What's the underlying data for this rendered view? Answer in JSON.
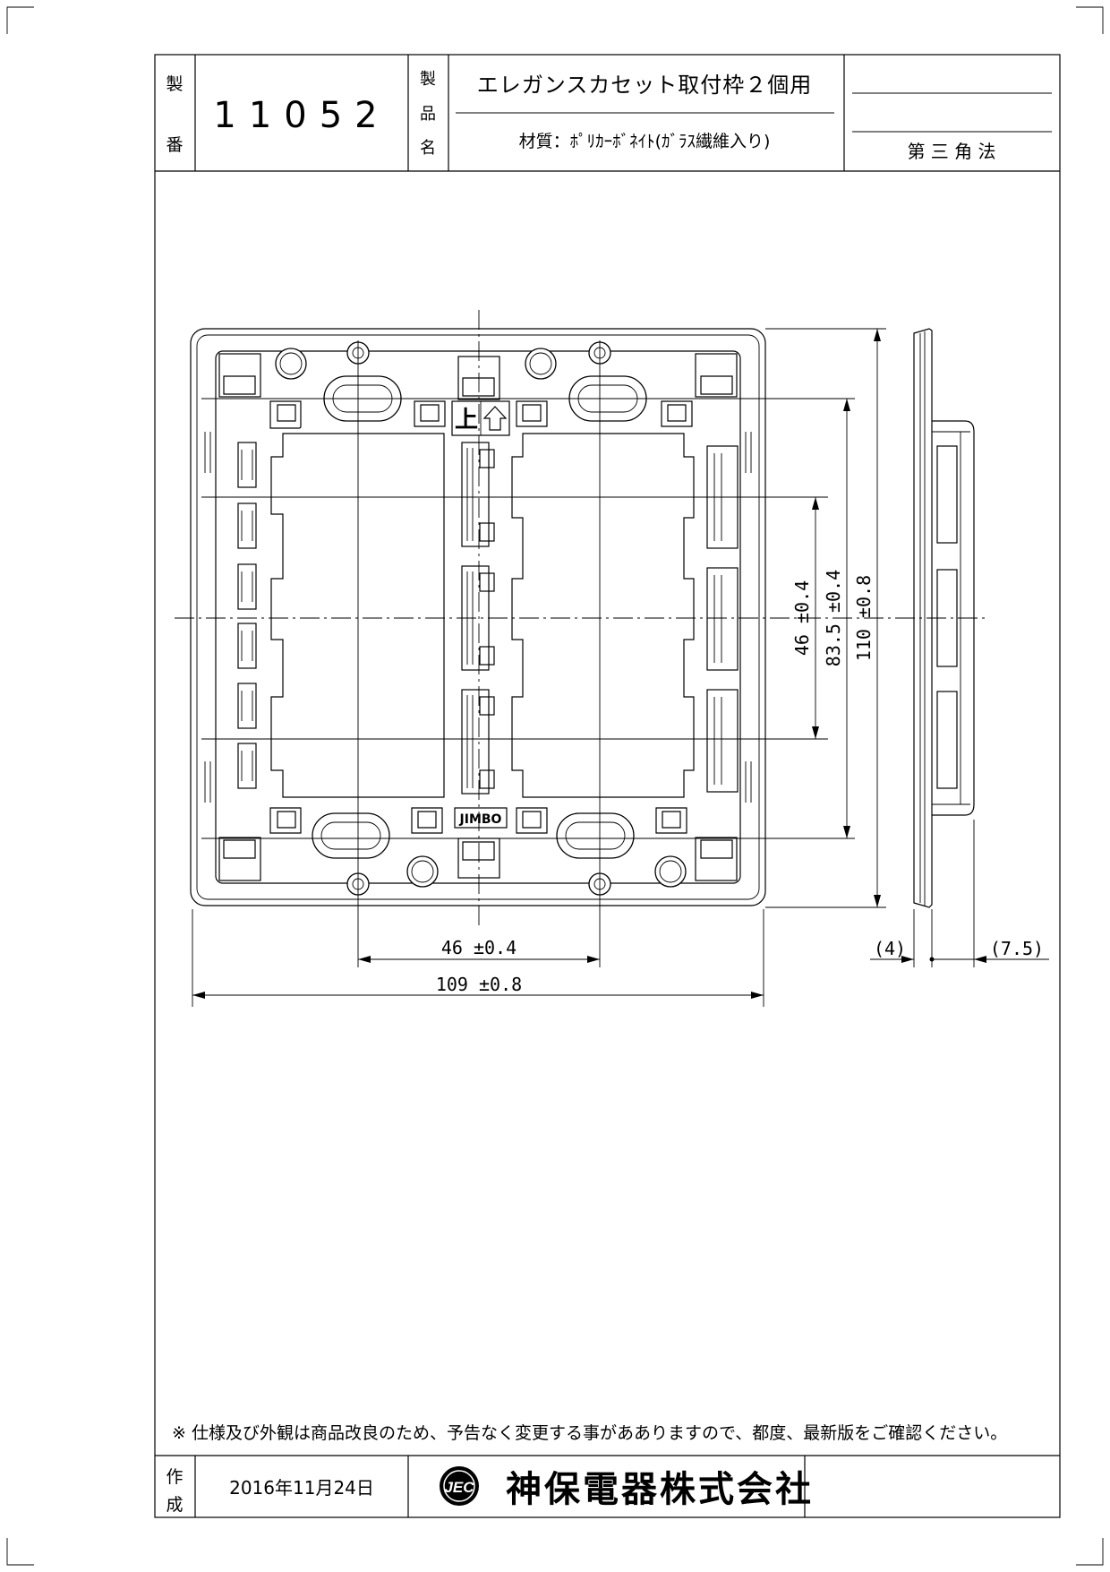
{
  "title_block": {
    "part_no_label_1": "製",
    "part_no_label_2": "番",
    "part_no": "11052",
    "product_label_1": "製",
    "product_label_2": "品",
    "product_label_3": "名",
    "product_name": "エレガンスカセット取付枠２個用",
    "material": "材質：ﾎﾟﾘｶｰﾎﾞﾈｲﾄ(ｶﾞﾗｽ繊維入り)",
    "projection": "第 三 角 法"
  },
  "drawing": {
    "marking_up": "上",
    "marking_brand": "JIMBO",
    "dim_46_h": "46 ±0.4",
    "dim_109": "109 ±0.8",
    "dim_46_v": "46 ±0.4",
    "dim_83_5": "83.5 ±0.4",
    "dim_110": "110 ±0.8",
    "dim_4": "(4)",
    "dim_7_5": "(7.5)"
  },
  "footer": {
    "note": "※ 仕様及び外観は商品改良のため、予告なく変更する事があありますので、都度、最新版をご確認ください。",
    "created_label_1": "作",
    "created_label_2": "成",
    "date": "2016年11月24日",
    "logo_text": "JEC",
    "company": "神保電器株式会社"
  }
}
